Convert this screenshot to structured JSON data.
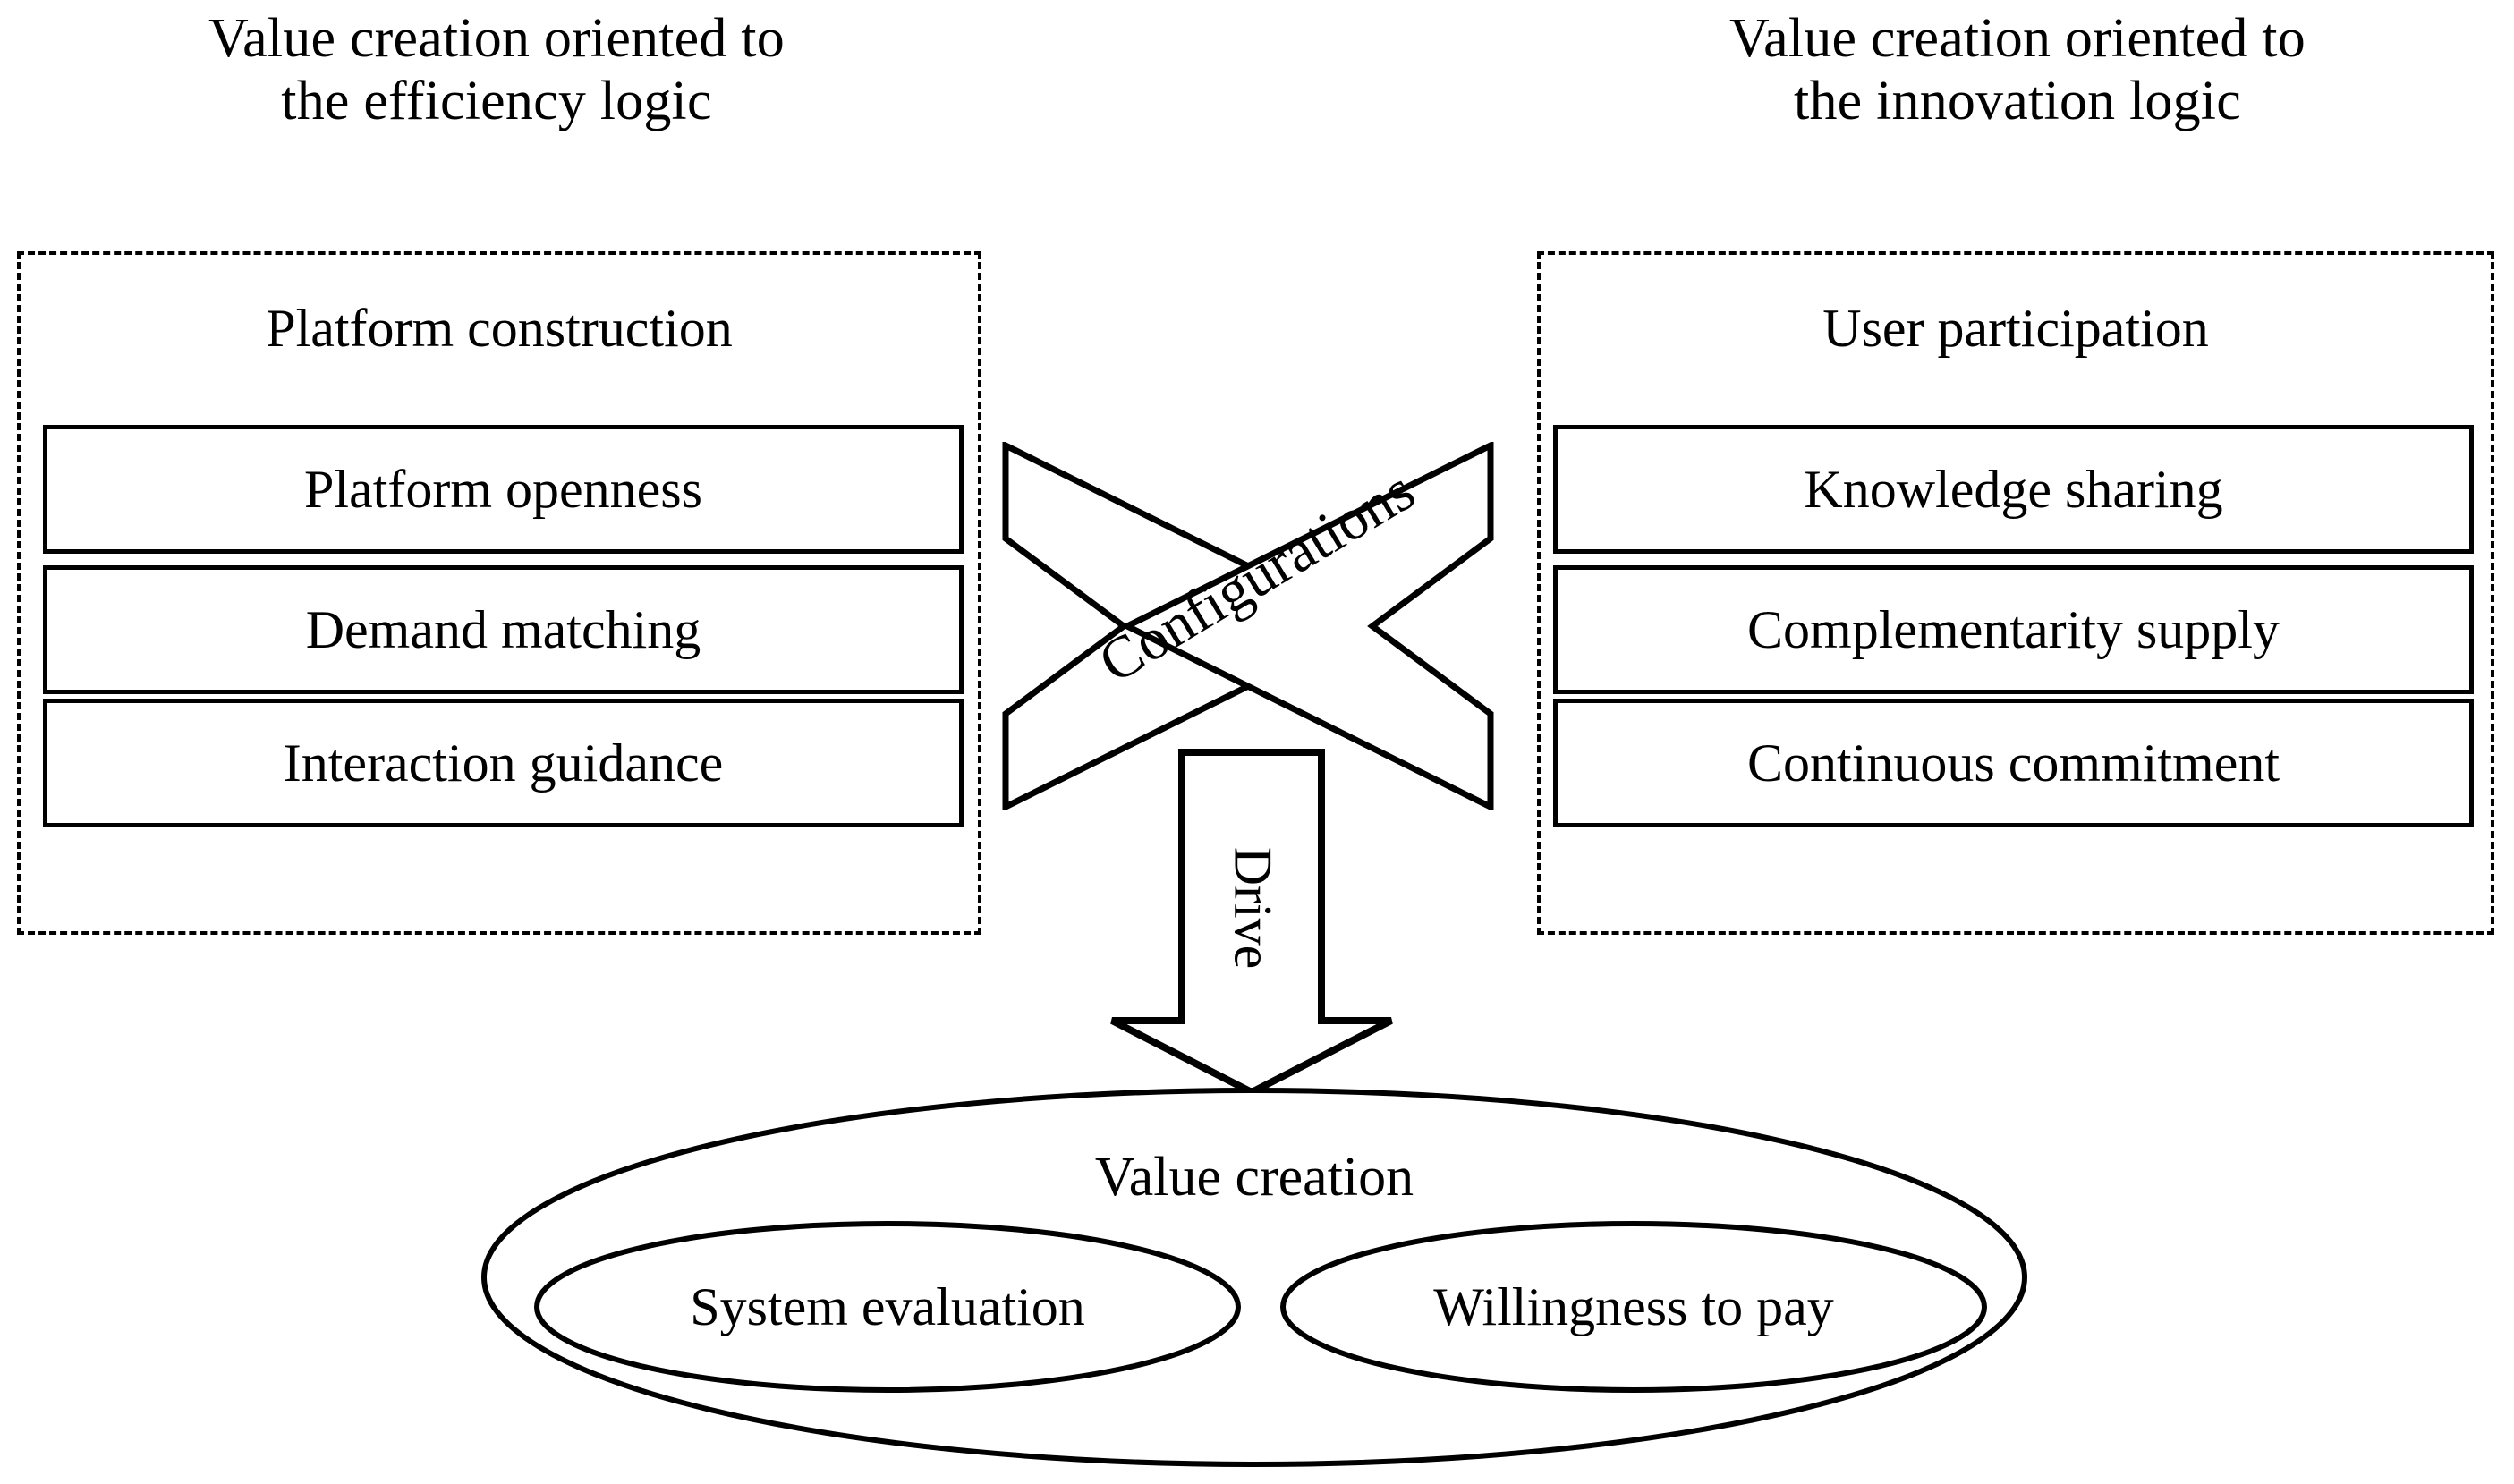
{
  "figure": {
    "type": "conceptual-framework-diagram",
    "stroke_color": "#000000",
    "background_color": "#ffffff"
  },
  "headers": {
    "left": "Value creation oriented to\nthe efficiency logic",
    "right": "Value creation oriented to\nthe innovation logic"
  },
  "groups": [
    {
      "id": "efficiency",
      "title": "Platform construction",
      "items": [
        "Platform openness",
        "Demand matching",
        "Interaction guidance"
      ]
    },
    {
      "id": "innovation",
      "title": "User participation",
      "items": [
        "Knowledge sharing",
        "Complementarity supply",
        "Continuous commitment"
      ]
    }
  ],
  "connector": {
    "cross_label": "Configurations",
    "arrow_label": "Drive"
  },
  "outcome": {
    "title": "Value creation",
    "subitems": [
      "System evaluation",
      "Willingness to pay"
    ]
  }
}
